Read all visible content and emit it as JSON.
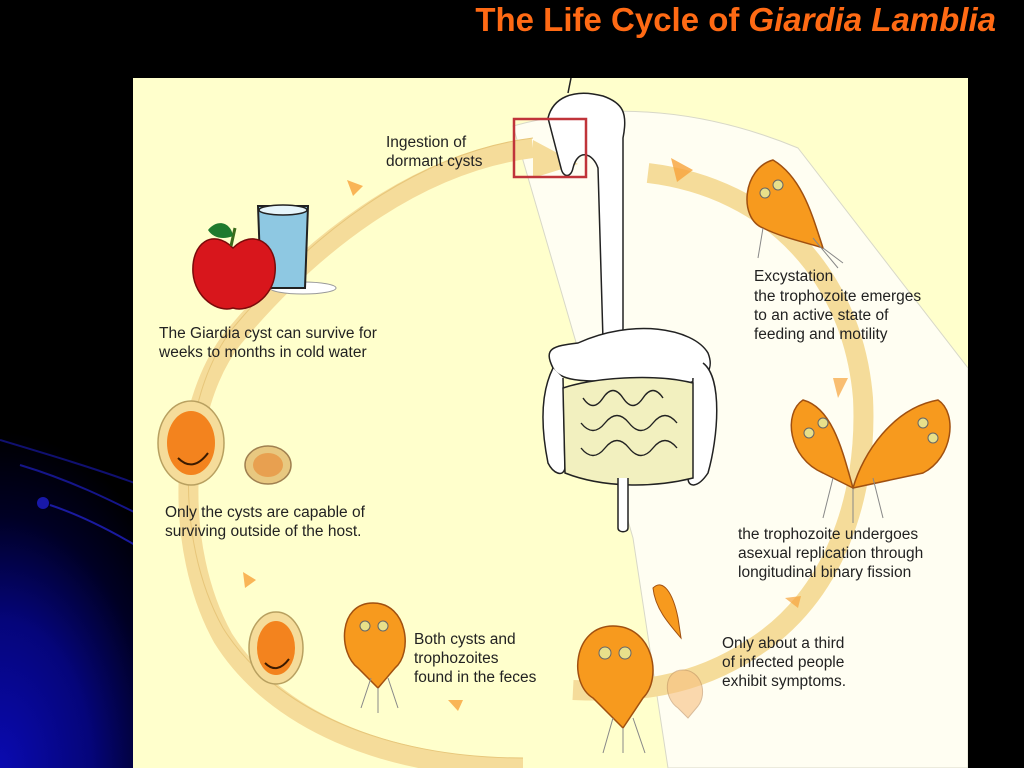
{
  "slide": {
    "title_plain": "The Life Cycle of",
    "title_italic": "Giardia Lamblia",
    "colors": {
      "title": "#ff6a14",
      "panel_background": "#ffffcc",
      "cycle_arrow": "#f5dc9a",
      "highlight_box": "#c0343a",
      "trophozoite": "#f79a1e",
      "slide_background": "#000000",
      "corner_glow": "#0a0ab0"
    }
  },
  "diagram": {
    "labels": {
      "ingestion": [
        "Ingestion of",
        "dormant cysts"
      ],
      "excystation_title": "Excystation",
      "excystation": [
        "the trophozoite emerges",
        "to an active state of",
        "feeding and motility"
      ],
      "replication": [
        "the trophozoite undergoes",
        "asexual replication through",
        "longitudinal binary fission"
      ],
      "symptoms": [
        "Only about a third",
        "of infected people",
        "exhibit symptoms."
      ],
      "feces": [
        "Both cysts and",
        "trophozoites",
        "found in the feces"
      ],
      "outside_host": [
        "Only the cysts are capable of",
        "surviving outside of the host."
      ],
      "cold_water": [
        "The Giardia cyst can survive for",
        "weeks to months in cold water"
      ]
    },
    "icons": [
      "apple-icon",
      "water-glass-icon",
      "digestive-system-icon",
      "mouth-highlight-box",
      "trophozoite-icon",
      "dividing-trophozoites-icon",
      "cyst-icon",
      "cycle-arrow-icon"
    ]
  }
}
